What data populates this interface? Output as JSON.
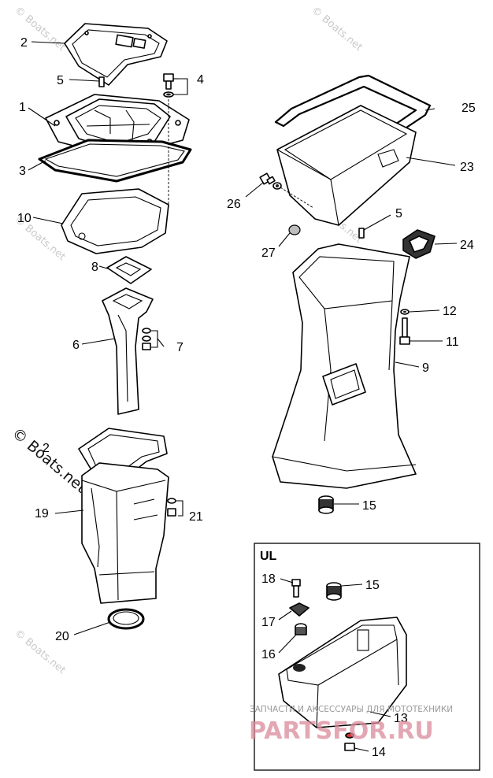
{
  "watermark": {
    "text": "© Boats.net"
  },
  "callouts": {
    "c1": "1",
    "c2a": "2",
    "c2b": "2",
    "c3": "3",
    "c4": "4",
    "c5a": "5",
    "c5b": "5",
    "c6": "6",
    "c7": "7",
    "c8": "8",
    "c9": "9",
    "c10": "10",
    "c11": "11",
    "c12": "12",
    "c13": "13",
    "c14": "14",
    "c15a": "15",
    "c15b": "15",
    "c16": "16",
    "c17": "17",
    "c18": "18",
    "c19": "19",
    "c20": "20",
    "c21": "21",
    "c23": "23",
    "c24": "24",
    "c25": "25",
    "c26": "26",
    "c27": "27"
  },
  "inset": {
    "label": "UL"
  },
  "brand": {
    "tagline": "ЗАПЧАСТИ И АКСЕССУАРЫ ДЛЯ МОТОТЕХНИКИ",
    "name": "PARTSFOR.RU"
  }
}
